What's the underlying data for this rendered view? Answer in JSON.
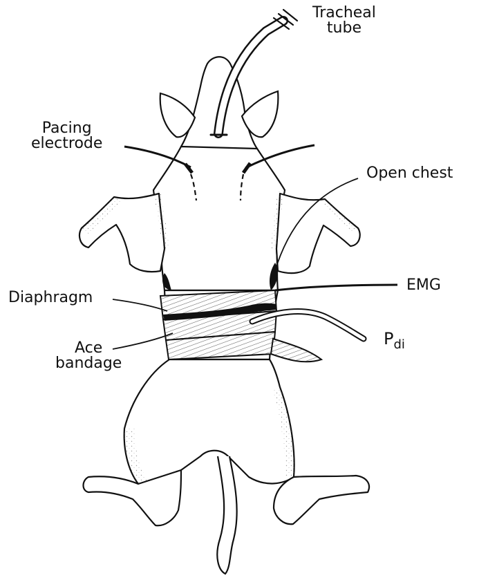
{
  "labels": {
    "tracheal_tube": [
      "Tracheal",
      "tube"
    ],
    "pacing_electrode": [
      "Pacing",
      "electrode"
    ],
    "open_chest": "Open chest",
    "emg": "EMG",
    "diaphragm": "Diaphragm",
    "ace_bandage": [
      "Ace",
      "bandage"
    ],
    "pdi_main": "P",
    "pdi_sub": "di"
  },
  "colors": {
    "ink": "#111111",
    "stipple": "#555555",
    "background": "#ffffff"
  }
}
